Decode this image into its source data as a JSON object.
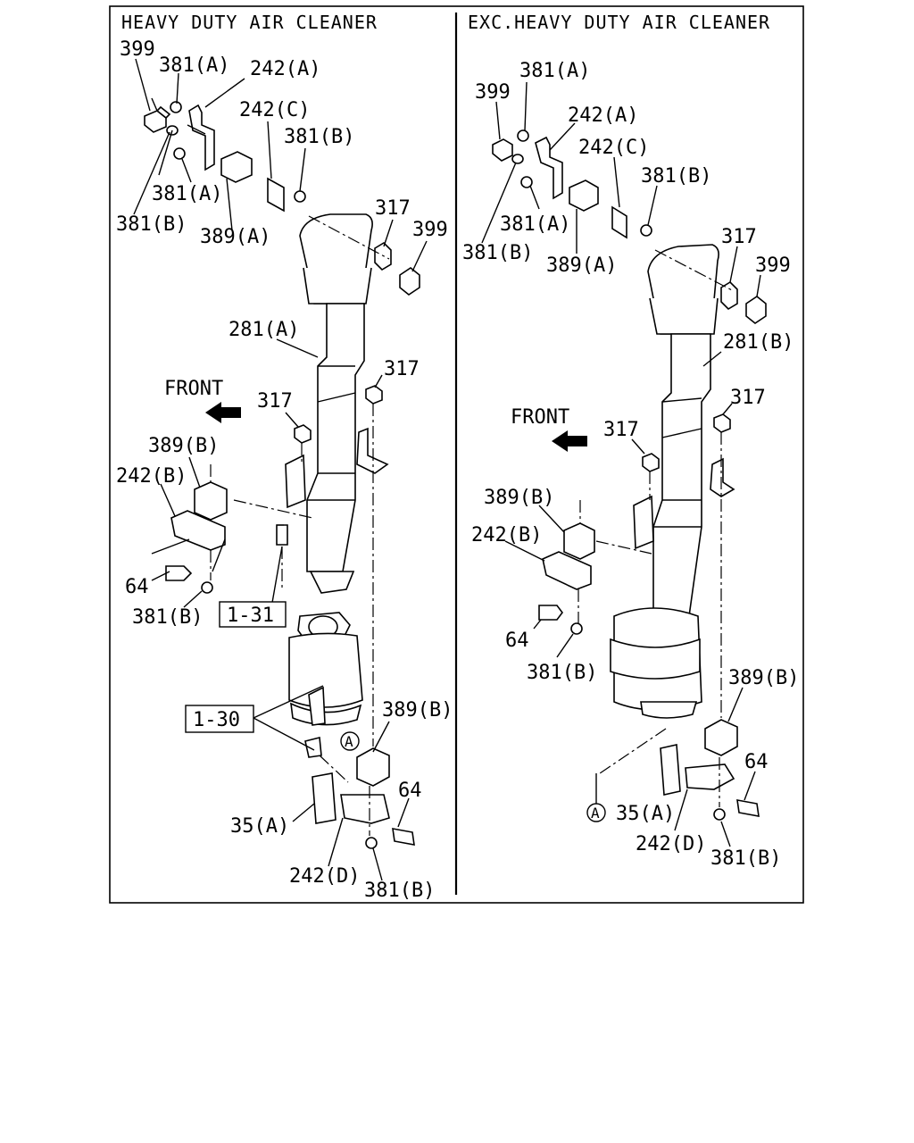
{
  "panels": {
    "left": {
      "title": "HEAVY DUTY AIR CLEANER",
      "labels": {
        "l399a": "399",
        "l381a1": "381(A)",
        "l242a": "242(A)",
        "l242c": "242(C)",
        "l381b1": "381(B)",
        "l381a2": "381(A)",
        "l381b2": "381(B)",
        "l389a": "389(A)",
        "l317a": "317",
        "l399b": "399",
        "l281a": "281(A)",
        "l317b": "317",
        "front": "FRONT",
        "l317c": "317",
        "l389b1": "389(B)",
        "l242b": "242(B)",
        "l64a": "64",
        "l381b3": "381(B)",
        "ref131": "1-31",
        "ref130": "1-30",
        "l389b2": "389(B)",
        "circA": "A",
        "l64b": "64",
        "l35a": "35(A)",
        "l242d": "242(D)",
        "l381b4": "381(B)"
      }
    },
    "right": {
      "title": "EXC.HEAVY DUTY AIR CLEANER",
      "labels": {
        "l381a1": "381(A)",
        "l399a": "399",
        "l242a": "242(A)",
        "l242c": "242(C)",
        "l381b1": "381(B)",
        "l381a2": "381(A)",
        "l381b2": "381(B)",
        "l389a": "389(A)",
        "l317a": "317",
        "l399b": "399",
        "l281b": "281(B)",
        "l317b": "317",
        "front": "FRONT",
        "l317c": "317",
        "l389b1": "389(B)",
        "l242b": "242(B)",
        "l64a": "64",
        "l381b3": "381(B)",
        "l389b2": "389(B)",
        "l64b": "64",
        "circA": "A",
        "l35a": "35(A)",
        "l242d": "242(D)",
        "l381b4": "381(B)"
      }
    }
  }
}
